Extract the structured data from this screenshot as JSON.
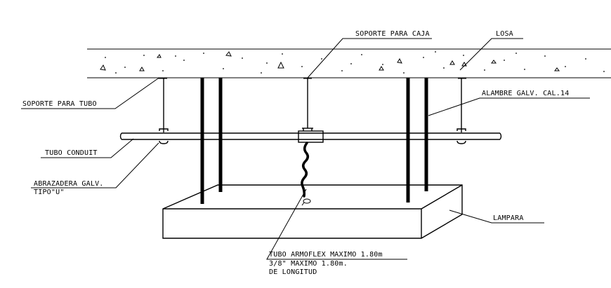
{
  "labels": {
    "soporte_caja": "SOPORTE PARA CAJA",
    "losa": "LOSA",
    "soporte_tubo": "SOPORTE PARA TUBO",
    "alambre": "ALAMBRE GALV. CAL.14",
    "tubo_conduit": "TUBO CONDUIT",
    "abrazadera_1": "ABRAZADERA GALV.",
    "abrazadera_2": "TIPO\"U\"",
    "lampara": "LAMPARA",
    "armoflex_1": "TUBO ARMOFLEX MAXIMO 1.80m",
    "armoflex_2": "3/8\" MAXIMO 1.80m.",
    "armoflex_3": "DE LONGITUD"
  }
}
